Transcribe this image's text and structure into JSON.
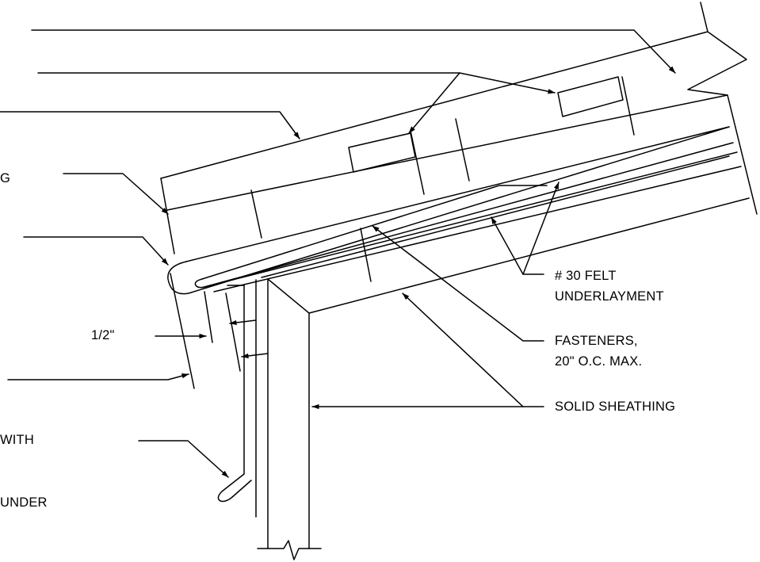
{
  "labels": {
    "felt_line1": "# 30 FELT",
    "felt_line2": "UNDERLAYMENT",
    "half_inch": "1/2\"",
    "fasteners_line1": "FASTENERS,",
    "fasteners_line2": "20\" O.C. MAX.",
    "solid_sheathing": "SOLID SHEATHING",
    "with_fragment": "WITH",
    "under_fragment": "UNDER",
    "g_fragment": "G"
  }
}
